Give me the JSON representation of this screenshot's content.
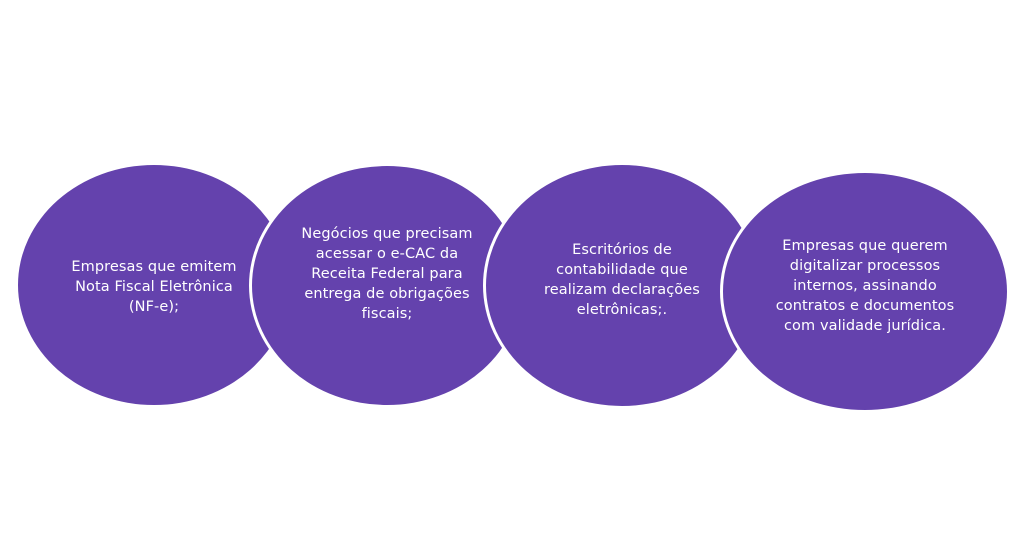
{
  "diagram": {
    "fill_color": "#6442ad",
    "text_color": "#ffffff",
    "items": [
      {
        "text": "Empresas que emitem Nota Fiscal Eletrônica (NF-e);"
      },
      {
        "text": "Negócios que precisam acessar o e-CAC da Receita Federal para entrega de obrigações fiscais;"
      },
      {
        "text": "Escritórios de contabilidade que realizam declarações eletrônicas;."
      },
      {
        "text": "Empresas que querem digitalizar processos internos, assinando contratos e documentos com validade jurídica."
      }
    ]
  }
}
